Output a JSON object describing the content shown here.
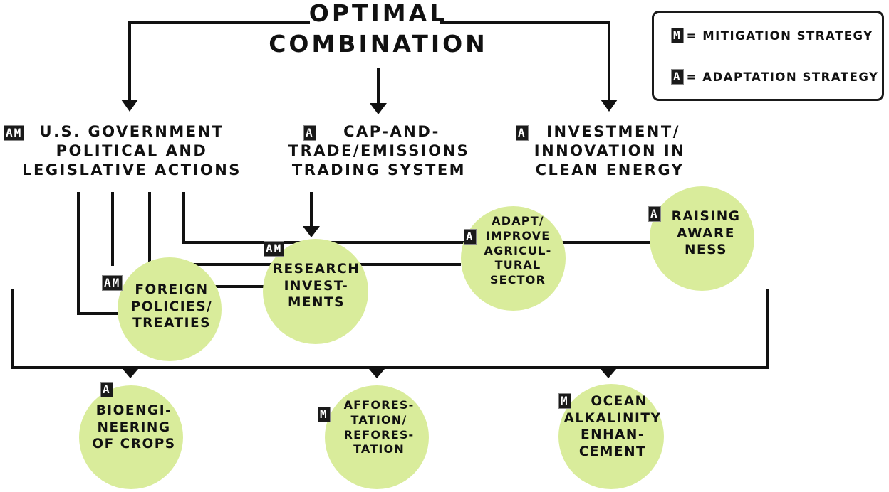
{
  "diagram": {
    "title": [
      "OPTIMAL",
      "COMBINATION"
    ],
    "legend": [
      {
        "code": "M",
        "text": "= MITIGATION STRATEGY"
      },
      {
        "code": "A",
        "text": "= ADAPTATION STRATEGY"
      }
    ],
    "top_nodes": [
      {
        "badge": "AM",
        "lines": [
          "U.S. GOVERNMENT",
          "POLITICAL AND",
          "LEGISLATIVE ACTIONS"
        ]
      },
      {
        "badge": "A",
        "lines": [
          "CAP-AND-",
          "TRADE/EMISSIONS",
          "TRADING SYSTEM"
        ]
      },
      {
        "badge": "A",
        "lines": [
          "INVESTMENT/",
          "INNOVATION IN",
          "CLEAN ENERGY"
        ]
      }
    ],
    "middle_nodes": [
      {
        "badge": "AM",
        "lines": [
          "FOREIGN",
          "POLICIES/",
          "TREATIES"
        ]
      },
      {
        "badge": "AM",
        "lines": [
          "RESEARCH",
          "INVEST-",
          "MENTS"
        ]
      },
      {
        "badge": "A",
        "lines": [
          "ADAPT/",
          "IMPROVE",
          "AGRICUL-",
          "TURAL",
          "SECTOR"
        ]
      },
      {
        "badge": "A",
        "lines": [
          "RAISING",
          "AWARE",
          "NESS"
        ]
      }
    ],
    "bottom_nodes": [
      {
        "badge": "A",
        "lines": [
          "BIOENGI-",
          "NEERING",
          "OF CROPS"
        ]
      },
      {
        "badge": "M",
        "lines": [
          "AFFORES-",
          "TATION/",
          "REFORES-",
          "TATION"
        ]
      },
      {
        "badge": "M",
        "lines": [
          "OCEAN",
          "ALKALINITY",
          "ENHAN-",
          "CEMENT"
        ]
      }
    ]
  }
}
